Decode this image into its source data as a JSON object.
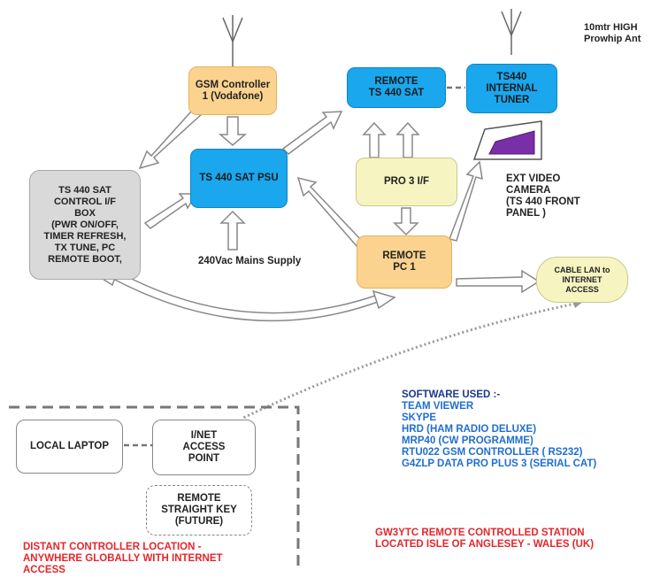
{
  "antenna_label": "10mtr HIGH\nProwhip Ant",
  "nodes": {
    "gsm_controller": "GSM Controller\n1 (Vodafone)",
    "remote_ts440": "REMOTE\nTS 440 SAT",
    "internal_tuner": "TS440\nINTERNAL\nTUNER",
    "control_box": "TS 440 SAT\nCONTROL I/F\nBOX\n(PWR ON/OFF,\nTIMER REFRESH,\nTX TUNE, PC\nREMOTE BOOT,",
    "psu": "TS 440 SAT PSU",
    "pro3": "PRO 3 I/F",
    "remote_pc": "REMOTE\nPC 1",
    "cable_lan": "CABLE LAN to\nINTERNET\nACCESS",
    "local_laptop": "LOCAL LAPTOP",
    "access_point": "I/NET\nACCESS\nPOINT",
    "straight_key": "REMOTE\nSTRAIGHT KEY\n(FUTURE)"
  },
  "labels": {
    "mains": "240Vac Mains Supply",
    "camera": "EXT VIDEO\nCAMERA\n (TS 440 FRONT\nPANEL )"
  },
  "software": {
    "heading": "SOFTWARE USED :-",
    "items": [
      "TEAM VIEWER",
      "SKYPE",
      "HRD (HAM RADIO DELUXE)",
      "MRP40 (CW PROGRAMME)",
      "RTU022 GSM CONTROLLER ( RS232)",
      "G4ZLP DATA PRO PLUS 3 (SERIAL CAT)"
    ]
  },
  "station": "GW3YTC REMOTE CONTROLLED STATION\nLOCATED ISLE OF ANGLESEY - WALES (UK)",
  "distant": "DISTANT CONTROLLER LOCATION -\nANYWHERE GLOBALLY WITH INTERNET\nACCESS",
  "colors": {
    "orange_box": "#fbd38e",
    "blue_box": "#1aa7ee",
    "yellow_box": "#f6f5c2",
    "grey_box": "#d9d9d9",
    "red_text": "#e4262c",
    "software_text": "#1f6ed0",
    "heading_text": "#1c3a8c"
  }
}
